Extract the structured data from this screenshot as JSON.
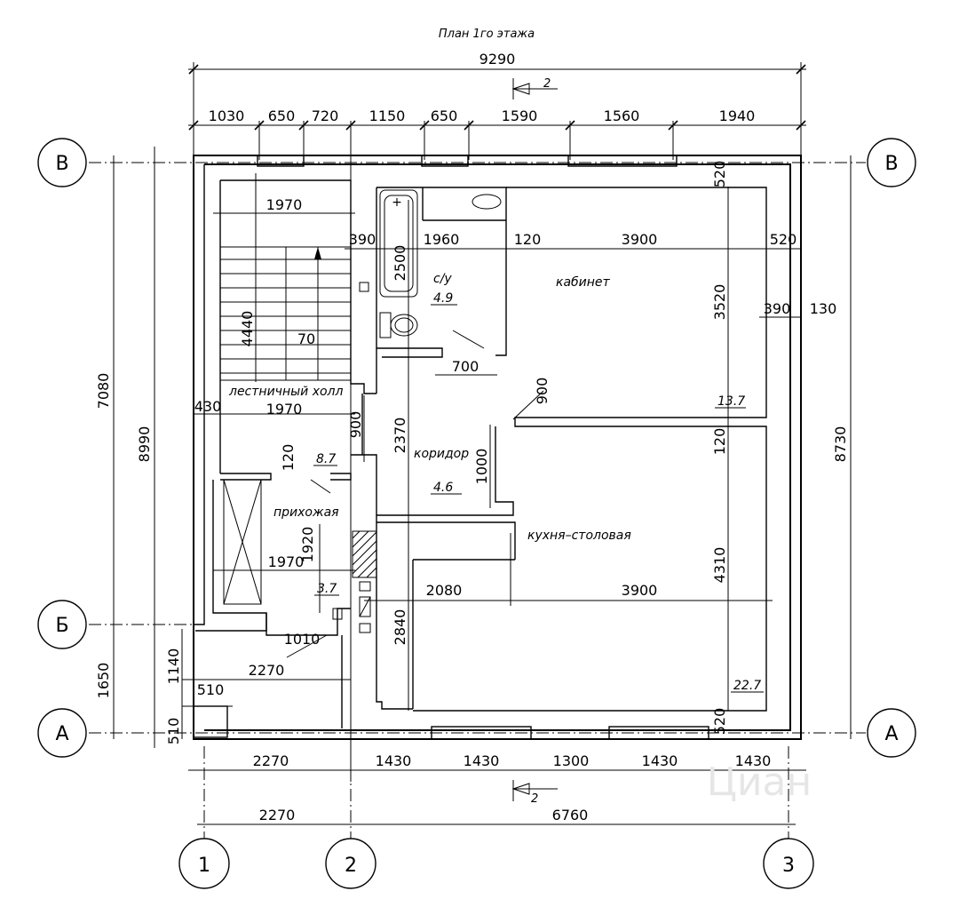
{
  "title": "План 1го этажа",
  "overall_width": "9290",
  "section_mark": "2",
  "top_dims": [
    "1030",
    "650",
    "720",
    "1150",
    "650",
    "1590",
    "1560",
    "1940"
  ],
  "bottom_dims_1": [
    "2270",
    "1430",
    "1430",
    "1300",
    "1430",
    "1430"
  ],
  "bottom_dims_2": [
    "2270",
    "6760"
  ],
  "left_dims": {
    "upper": "7080",
    "lower": "1650",
    "overall": "8990"
  },
  "right_dim": "8730",
  "axes": {
    "rows": [
      "В",
      "Б",
      "А"
    ],
    "cols": [
      "1",
      "2",
      "3"
    ]
  },
  "rooms": {
    "bath": {
      "name": "с/у",
      "area": "4.9"
    },
    "office": {
      "name": "кабинет",
      "area": "13.7"
    },
    "stair_hall": {
      "name": "лестничный холл",
      "area": "8.7"
    },
    "corridor": {
      "name": "коридор",
      "area": "4.6"
    },
    "hallway": {
      "name": "прихожая",
      "area": "3.7"
    },
    "kitchen": {
      "name": "кухня–столовая",
      "area": "22.7"
    }
  },
  "inner_dims": {
    "stair_w1": "1970",
    "stair_len": "4440",
    "stair_gap": "70",
    "stair_w2": "1970",
    "stair_w3": "1970",
    "d390a": "390",
    "bath_w": "1960",
    "d120a": "120",
    "office_w": "3900",
    "d520a": "520",
    "bath_len": "2500",
    "office_h": "3520",
    "d390b": "390",
    "d130": "130",
    "d520top": "520",
    "door700": "700",
    "door900a": "900",
    "door900b": "900",
    "corr_h": "2370",
    "d1000": "1000",
    "d120b": "120",
    "d120c": "120",
    "d430": "430",
    "d1920": "1920",
    "kit_w1": "2080",
    "kit_w2": "3900",
    "kit_h": "4310",
    "kit_h2": "2840",
    "d520bot": "520",
    "d1010": "1010",
    "d2270": "2270",
    "d1140": "1140",
    "d510a": "510",
    "d510b": "510"
  },
  "watermark": "Циан"
}
